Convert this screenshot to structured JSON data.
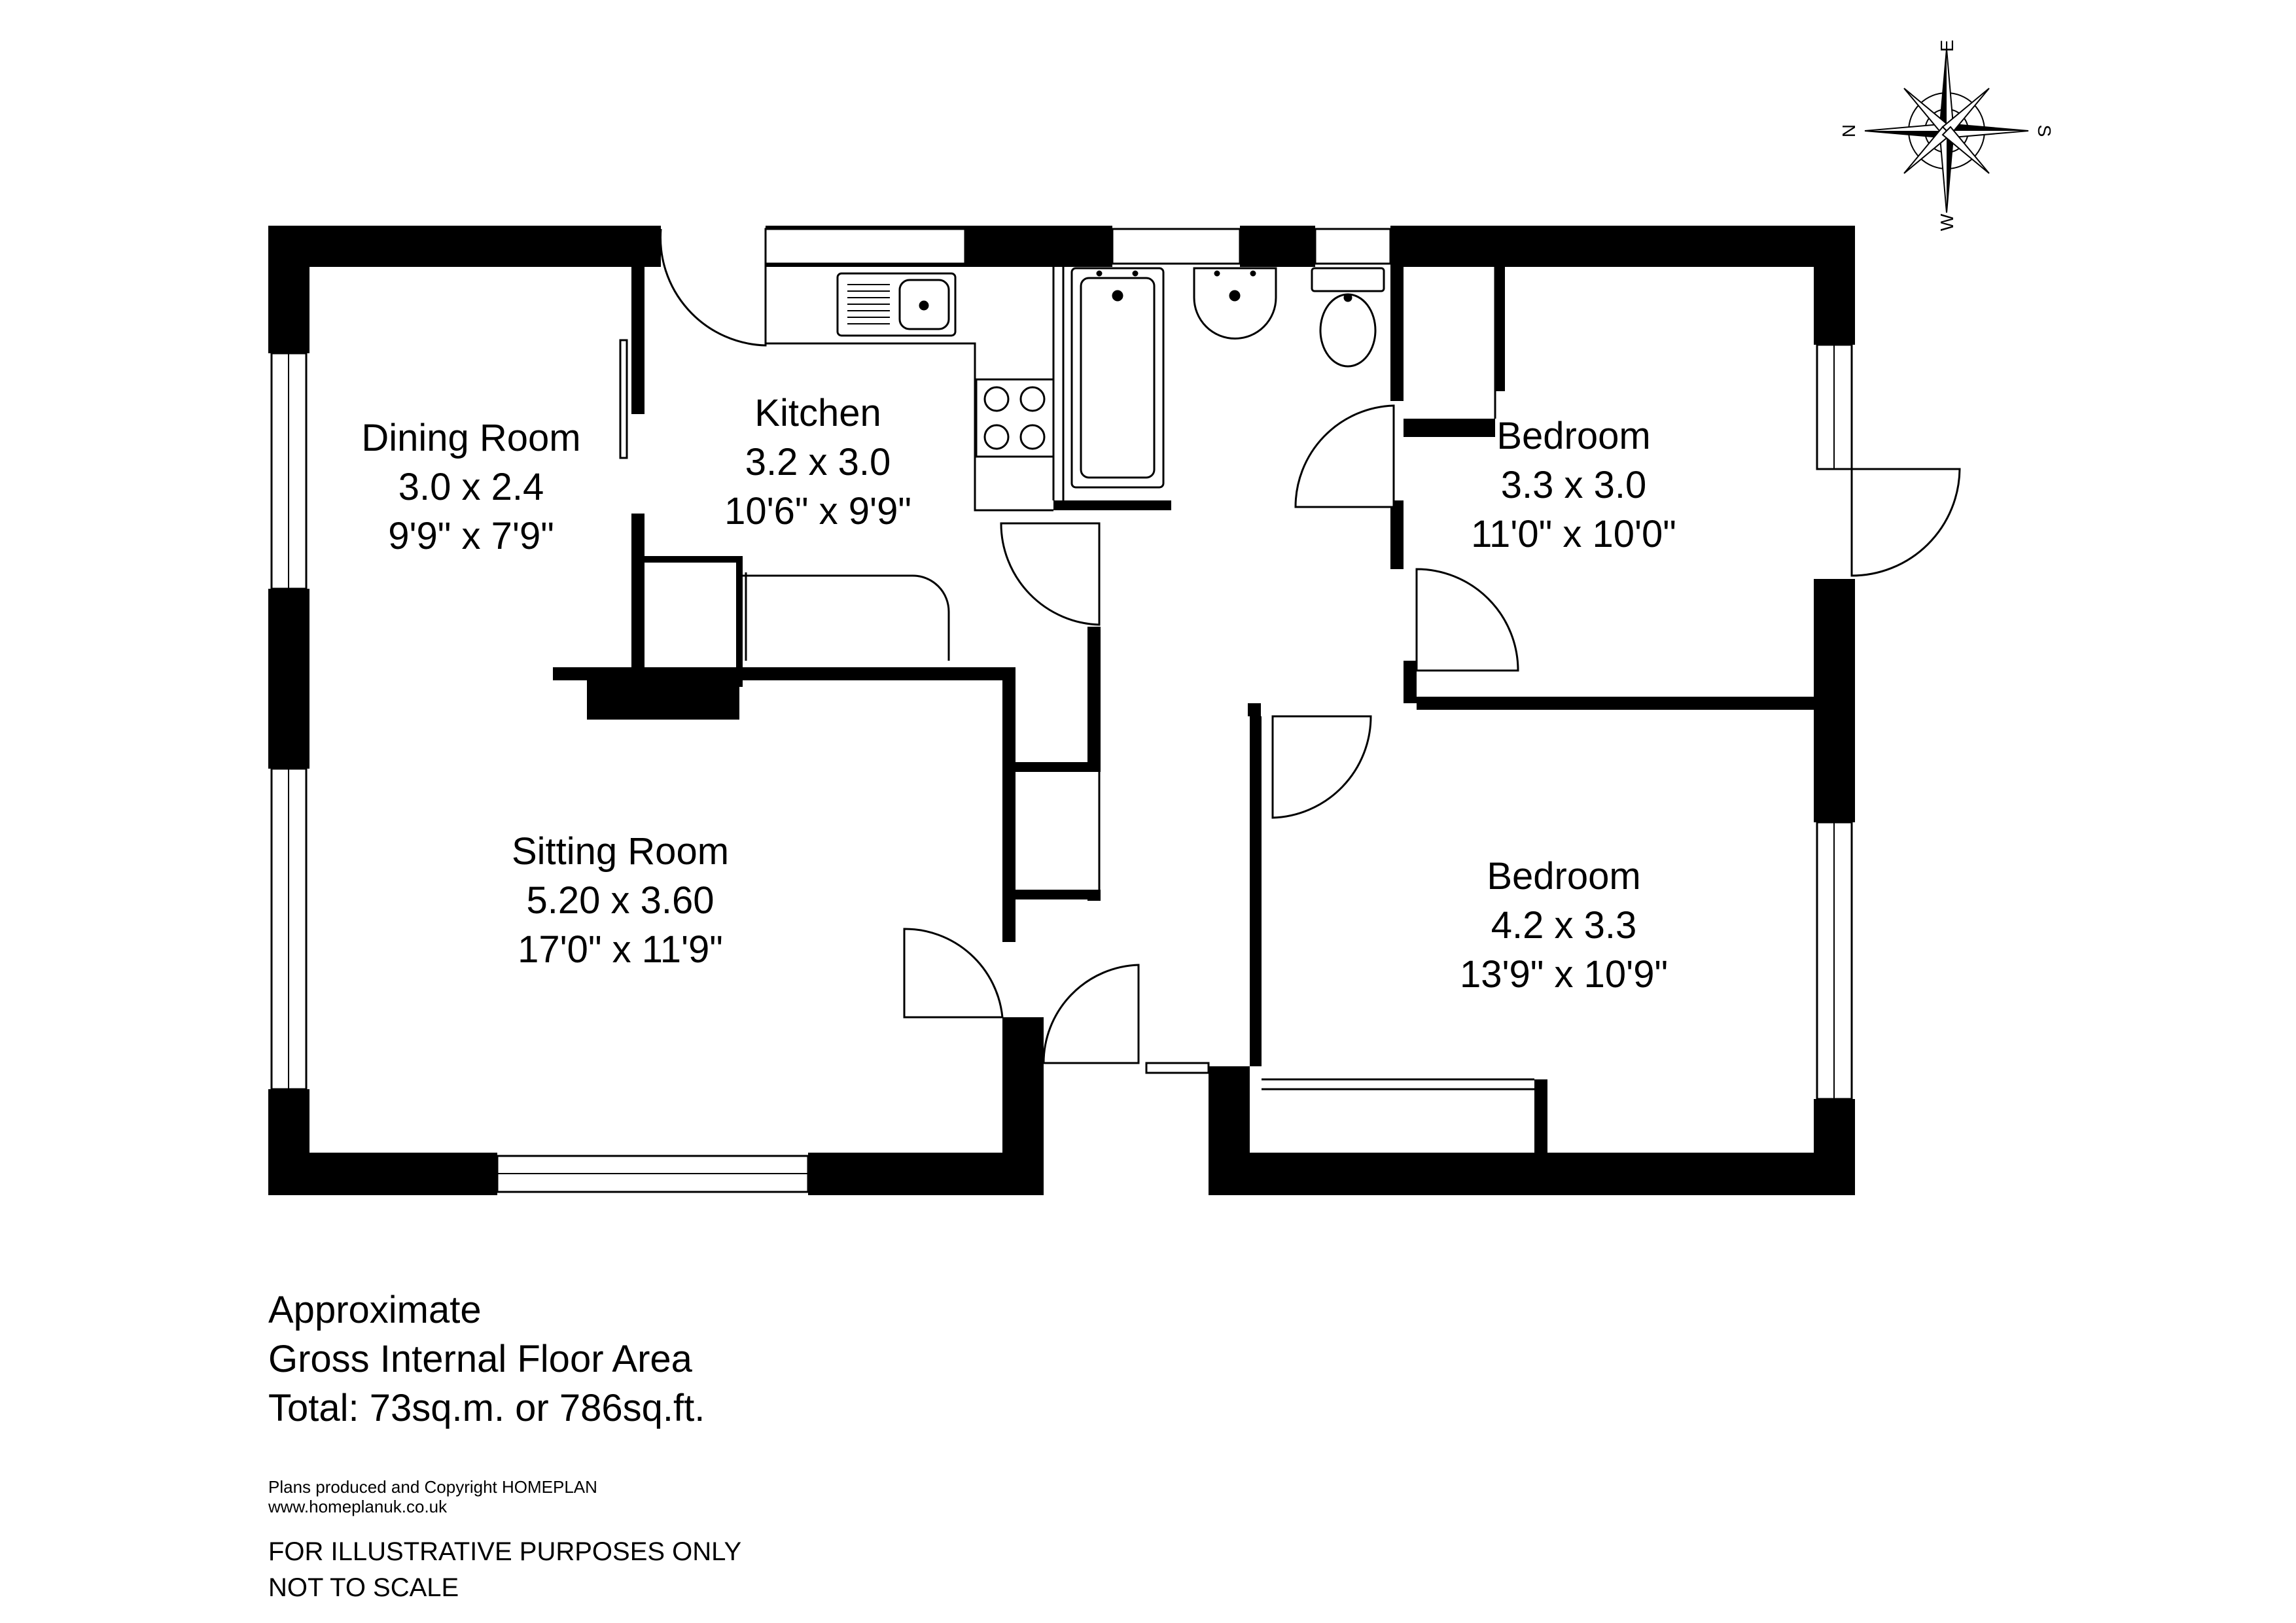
{
  "compass": {
    "north": "N",
    "east": "E",
    "south": "S",
    "west": "W"
  },
  "rooms": {
    "dining": {
      "name": "Dining Room",
      "metric": "3.0 x 2.4",
      "imperial": "9'9\" x 7'9\""
    },
    "kitchen": {
      "name": "Kitchen",
      "metric": "3.2 x 3.0",
      "imperial": "10'6\" x 9'9\""
    },
    "bedroom1": {
      "name": "Bedroom",
      "metric": "3.3 x 3.0",
      "imperial": "11'0\" x 10'0\""
    },
    "sitting": {
      "name": "Sitting Room",
      "metric": "5.20 x 3.60",
      "imperial": "17'0\" x 11'9\""
    },
    "bedroom2": {
      "name": "Bedroom",
      "metric": "4.2 x 3.3",
      "imperial": "13'9\" x 10'9\""
    }
  },
  "area": {
    "line1": "Approximate",
    "line2": "Gross Internal Floor Area",
    "line3": "Total: 73sq.m. or 786sq.ft."
  },
  "copyright": {
    "line1": "Plans produced and Copyright HOMEPLAN",
    "line2": "www.homeplanuk.co.uk"
  },
  "disclaimer": {
    "line1": "FOR ILLUSTRATIVE PURPOSES ONLY",
    "line2": "NOT TO SCALE"
  }
}
